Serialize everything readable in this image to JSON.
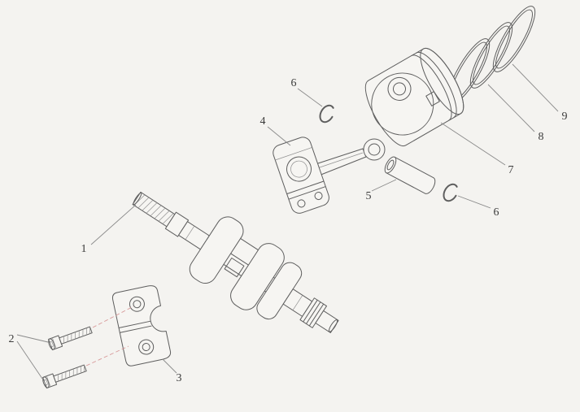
{
  "colors": {
    "bg": "#f4f3f0",
    "paper": "#f6f5f2",
    "line": "#5e5e5e",
    "line-light": "#909090",
    "leader": "#8a8a8a",
    "ink": "#3b3b3b",
    "accent": "#d89a9a"
  },
  "diagram": {
    "type": "exploded-parts-diagram",
    "callouts": [
      {
        "label": "1",
        "part": "crankshaft"
      },
      {
        "label": "2",
        "part": "bolts"
      },
      {
        "label": "3",
        "part": "bearing-cap"
      },
      {
        "label": "4",
        "part": "connecting-rod"
      },
      {
        "label": "5",
        "part": "piston-pin"
      },
      {
        "label": "6",
        "part": "circlip-upper"
      },
      {
        "label": "6",
        "part": "circlip-lower"
      },
      {
        "label": "7",
        "part": "piston"
      },
      {
        "label": "8",
        "part": "piston-ring-middle"
      },
      {
        "label": "9",
        "part": "piston-ring-outer"
      }
    ]
  }
}
